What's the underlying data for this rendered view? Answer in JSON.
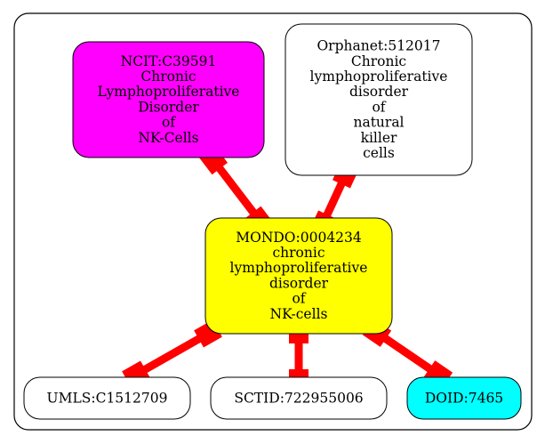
{
  "colors": {
    "background": "#ffffff",
    "cluster_border": "#000000",
    "edge": "#ff0000",
    "node_border": "#000000",
    "text": "#000000"
  },
  "nodes": [
    {
      "id": "ncit",
      "fill": "#ff00ff",
      "lines": [
        "NCIT:C39591",
        "Chronic",
        "Lymphoproliferative",
        "Disorder",
        "of",
        "NK-Cells"
      ]
    },
    {
      "id": "orphanet",
      "fill": "#ffffff",
      "lines": [
        "Orphanet:512017",
        "Chronic",
        "lymphoproliferative",
        "disorder",
        "of",
        "natural",
        "killer",
        "cells"
      ]
    },
    {
      "id": "mondo",
      "fill": "#ffff00",
      "lines": [
        "MONDO:0004234",
        "chronic",
        "lymphoproliferative",
        "disorder",
        "of",
        "NK-cells"
      ]
    },
    {
      "id": "umls",
      "fill": "#ffffff",
      "lines": [
        "UMLS:C1512709"
      ]
    },
    {
      "id": "sctid",
      "fill": "#ffffff",
      "lines": [
        "SCTID:722955006"
      ]
    },
    {
      "id": "doid",
      "fill": "#00ffff",
      "lines": [
        "DOID:7465"
      ]
    }
  ],
  "edges": [
    {
      "from": "ncit",
      "to": "mondo"
    },
    {
      "from": "orphanet",
      "to": "mondo"
    },
    {
      "from": "mondo",
      "to": "umls"
    },
    {
      "from": "mondo",
      "to": "sctid"
    },
    {
      "from": "mondo",
      "to": "doid"
    }
  ]
}
